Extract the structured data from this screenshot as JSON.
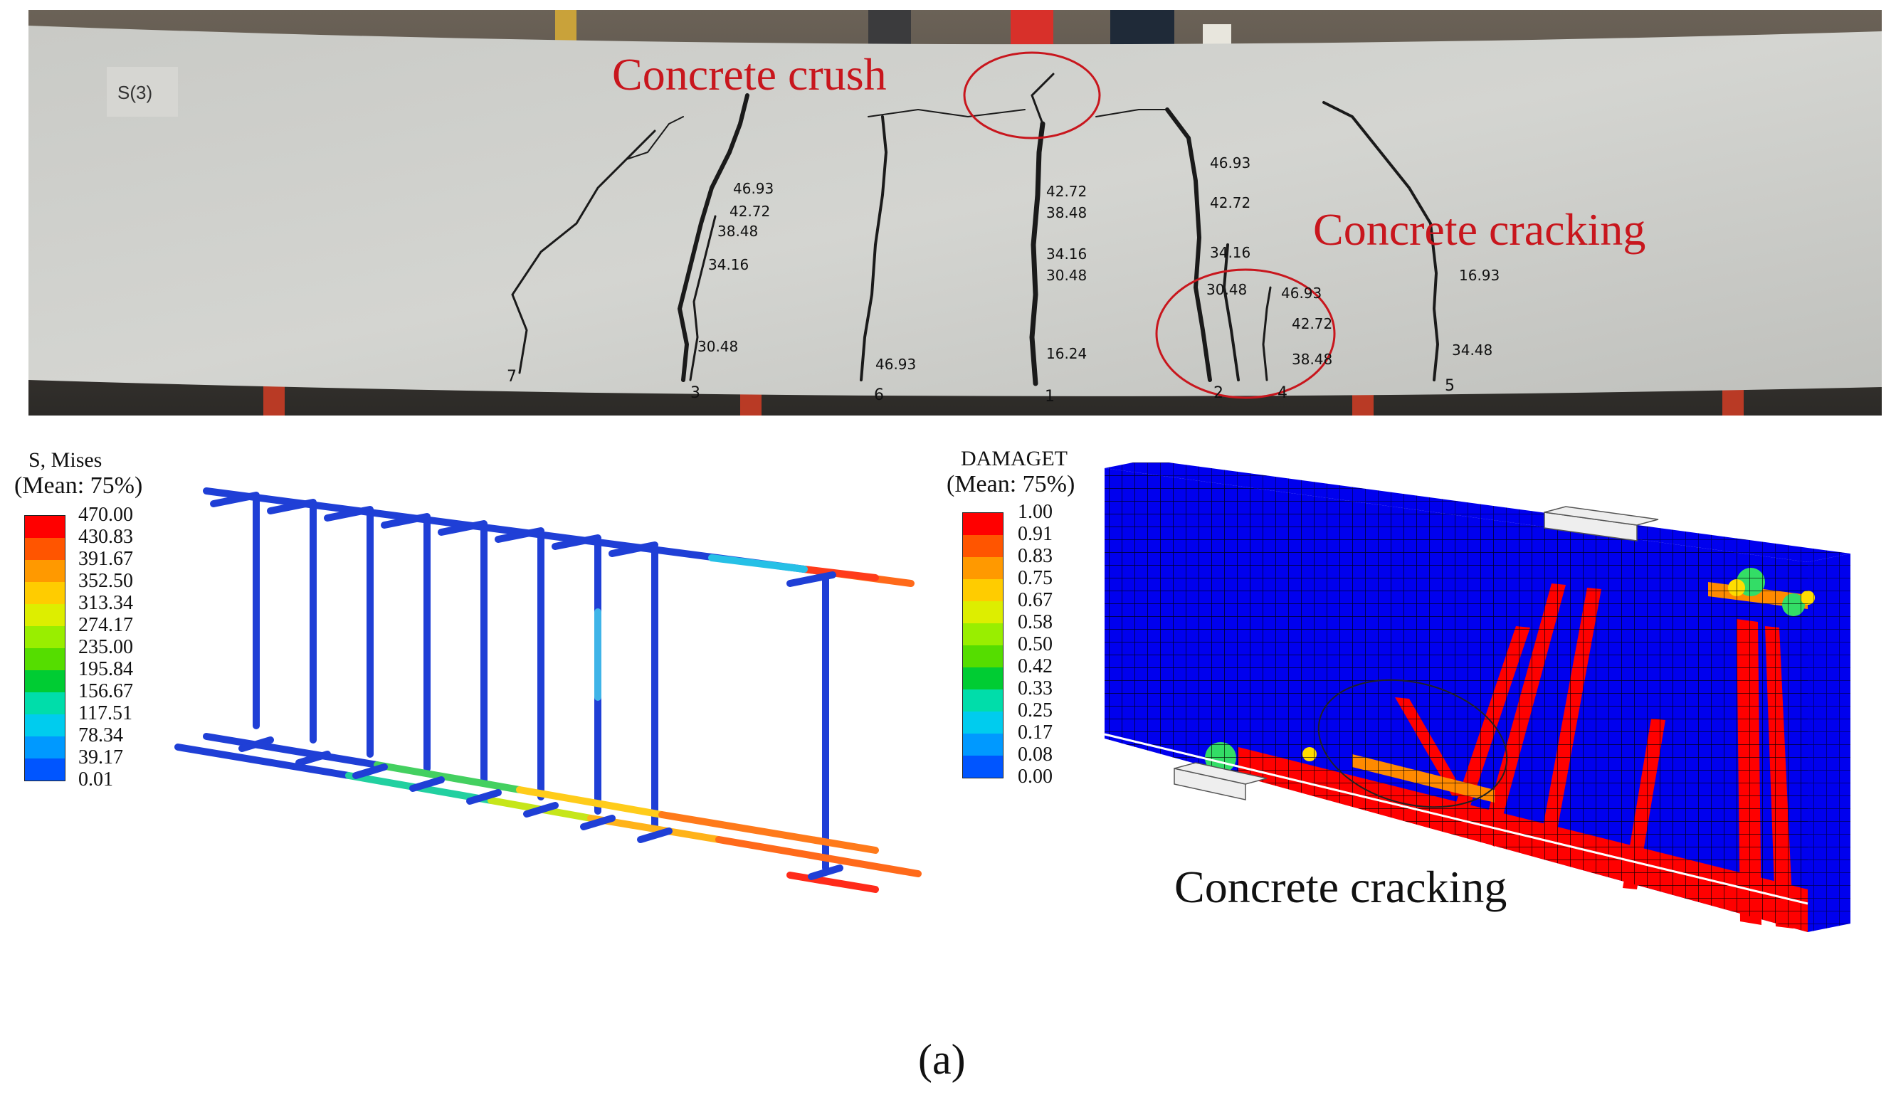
{
  "photo": {
    "specimen_label": "S(3)",
    "annotations": {
      "crush": "Concrete crush",
      "cracking": "Concrete cracking"
    },
    "crack_numbers": [
      "7",
      "3",
      "6",
      "1",
      "2",
      "4",
      "5"
    ],
    "crack_marks": {
      "crack3": [
        "46.93",
        "42.72",
        "38.48",
        "34.16",
        "30.48"
      ],
      "crack6": [
        "46.93"
      ],
      "crack1": [
        "42.72",
        "38.48",
        "34.16",
        "30.48",
        "16.24"
      ],
      "crack2": [
        "46.93",
        "42.72",
        "34.16",
        "30.48"
      ],
      "crack4": [
        "46.93",
        "42.72",
        "38.48"
      ],
      "crack5": [
        "16.93",
        "34.48"
      ]
    }
  },
  "stress_legend": {
    "title": "S, Mises",
    "subtitle": "(Mean: 75%)",
    "values": [
      "470.00",
      "430.83",
      "391.67",
      "352.50",
      "313.34",
      "274.17",
      "235.00",
      "195.84",
      "156.67",
      "117.51",
      "78.34",
      "39.17",
      "0.01"
    ],
    "colors": [
      "#ff0000",
      "#ff5500",
      "#ff9900",
      "#ffcc00",
      "#ddee00",
      "#99ee00",
      "#55dd00",
      "#00cc33",
      "#00ddaa",
      "#00ccee",
      "#0099ff",
      "#0055ff",
      "#0000ff"
    ]
  },
  "damage_legend": {
    "title": "DAMAGET",
    "subtitle": "(Mean: 75%)",
    "values": [
      "1.00",
      "0.91",
      "0.83",
      "0.75",
      "0.67",
      "0.58",
      "0.50",
      "0.42",
      "0.33",
      "0.25",
      "0.17",
      "0.08",
      "0.00"
    ],
    "colors": [
      "#ff0000",
      "#ff5500",
      "#ff9900",
      "#ffcc00",
      "#ddee00",
      "#99ee00",
      "#55dd00",
      "#00cc33",
      "#00ddaa",
      "#00ccee",
      "#0099ff",
      "#0055ff",
      "#0000ff"
    ]
  },
  "fem_caption": "Concrete cracking",
  "panel_label": "(a)"
}
